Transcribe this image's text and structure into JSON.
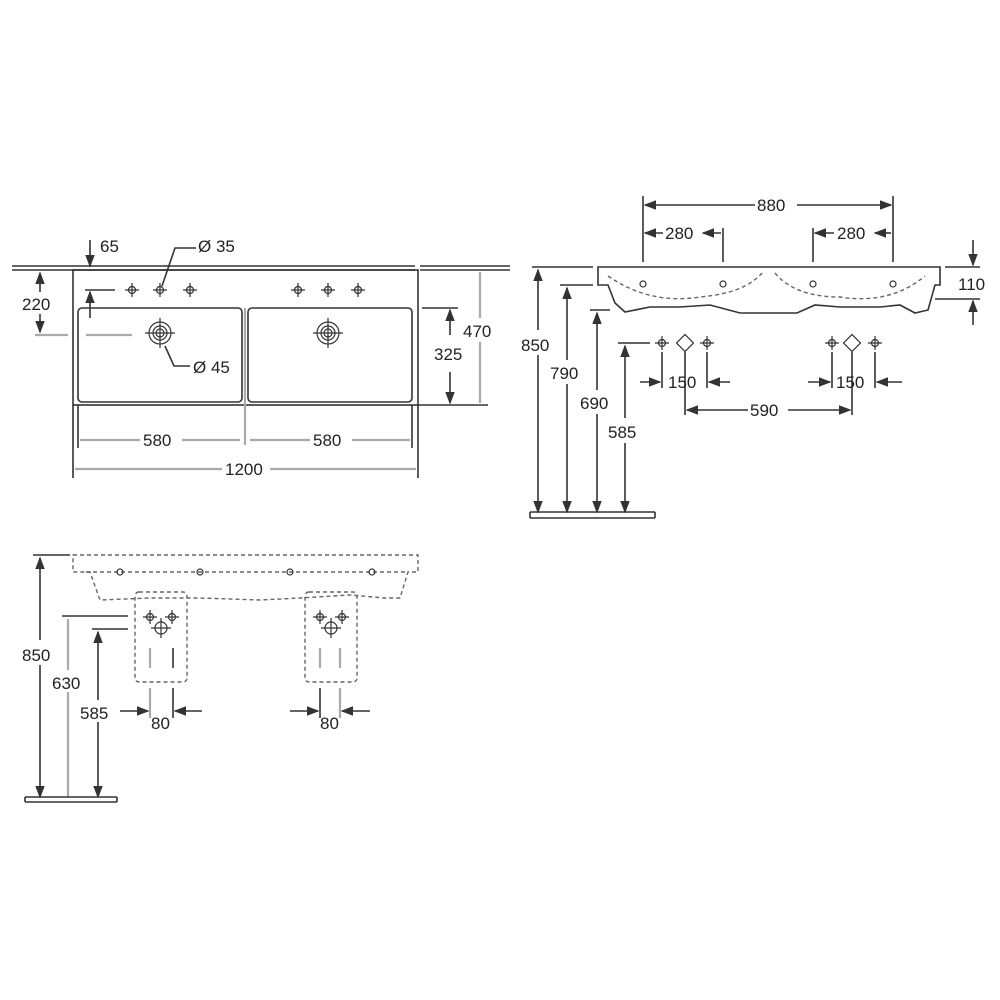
{
  "top_view": {
    "dim_65": "65",
    "dim_tap_hole": "Ø 35",
    "dim_220": "220",
    "dim_drain": "Ø 45",
    "dim_325": "325",
    "dim_470": "470",
    "dim_bowl_left": "580",
    "dim_bowl_right": "580",
    "dim_total_width": "1200"
  },
  "front_view": {
    "dim_880": "880",
    "dim_280_left": "280",
    "dim_280_right": "280",
    "dim_110": "110",
    "dim_850": "850",
    "dim_790": "790",
    "dim_690": "690",
    "dim_585": "585",
    "dim_150_left": "150",
    "dim_150_right": "150",
    "dim_590": "590"
  },
  "rear_view": {
    "dim_850": "850",
    "dim_630": "630",
    "dim_585": "585",
    "dim_80_left": "80",
    "dim_80_right": "80"
  }
}
